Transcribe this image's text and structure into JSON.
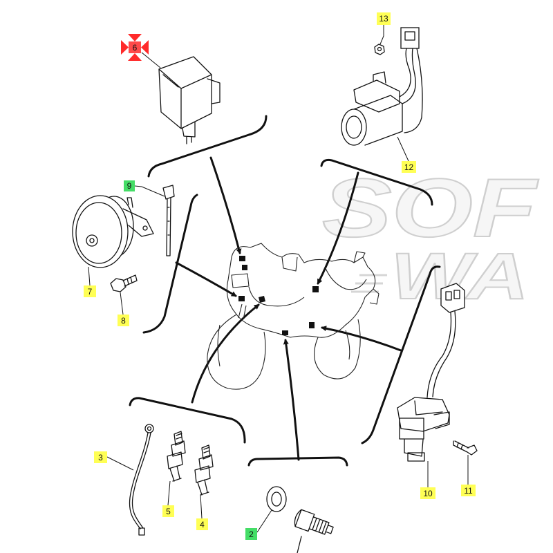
{
  "watermark": {
    "line1": "SOF",
    "line2": "WA"
  },
  "selection_marker": {
    "icon": "selection-arrows-icon",
    "color": "#ff2a2a"
  },
  "callouts": [
    {
      "number": "13",
      "color": "#ffff55"
    },
    {
      "number": "6",
      "color": "#ff4a4a",
      "selected": true
    },
    {
      "number": "9",
      "color": "#44dd66"
    },
    {
      "number": "7",
      "color": "#ffff55"
    },
    {
      "number": "8",
      "color": "#ffff55"
    },
    {
      "number": "12",
      "color": "#ffff55"
    },
    {
      "number": "3",
      "color": "#ffff55"
    },
    {
      "number": "5",
      "color": "#ffff55"
    },
    {
      "number": "4",
      "color": "#ffff55"
    },
    {
      "number": "2",
      "color": "#44dd66"
    },
    {
      "number": "10",
      "color": "#ffff55"
    },
    {
      "number": "11",
      "color": "#ffff55"
    }
  ]
}
